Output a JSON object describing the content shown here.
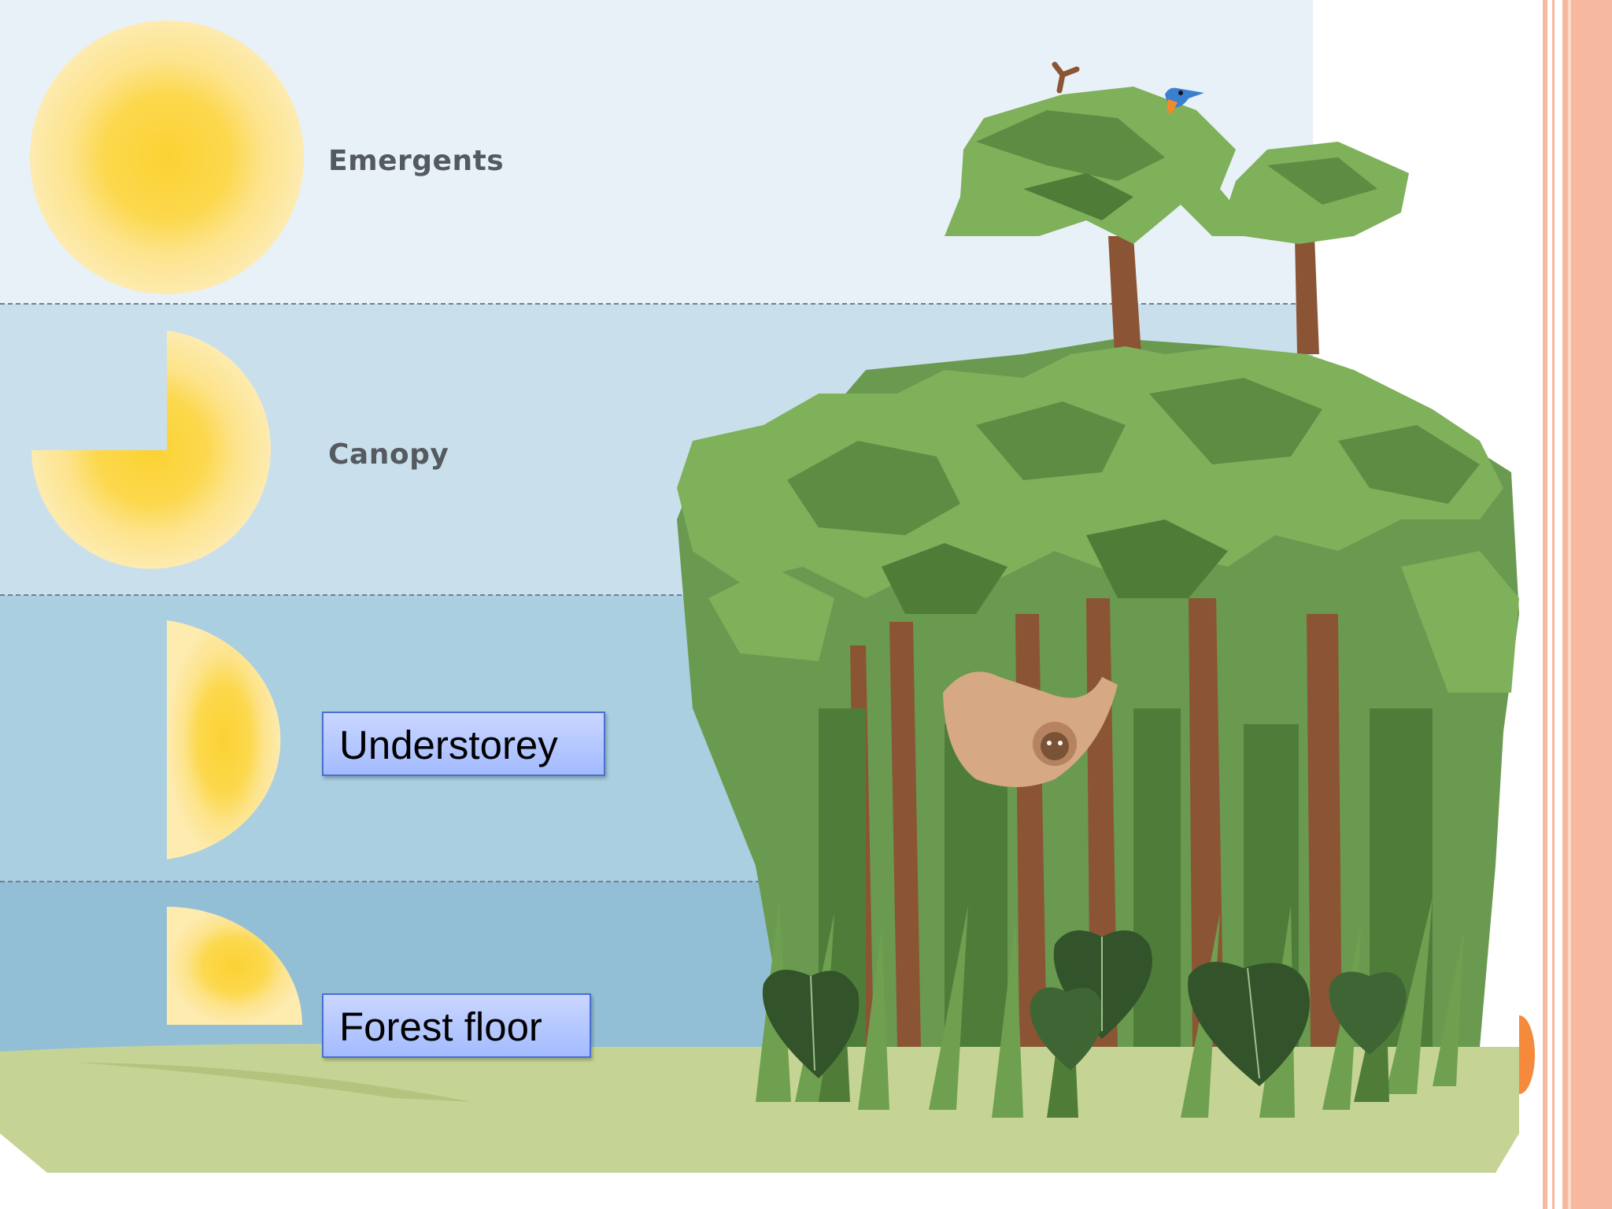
{
  "layers": {
    "emergents": "Emergents",
    "canopy": "Canopy",
    "understorey": "Understorey",
    "forest_floor": "Forest floor"
  },
  "colors": {
    "band_emergents": "#e8f1f8",
    "band_canopy": "#c9e0ec",
    "band_understorey": "#a9cfe0",
    "band_floor": "#93bfd6",
    "ground": "#c5d495",
    "sun_outer": "#fde9a0",
    "sun_mid": "#fddc66",
    "sun_inner": "#fbd234",
    "label_box": "#a3bbff",
    "side_accent": "#f6b9a0"
  },
  "icons": [
    "sun-full-icon",
    "sun-three-quarter-icon",
    "sun-half-icon",
    "sun-quarter-icon",
    "bird-icon",
    "sloth-icon"
  ]
}
